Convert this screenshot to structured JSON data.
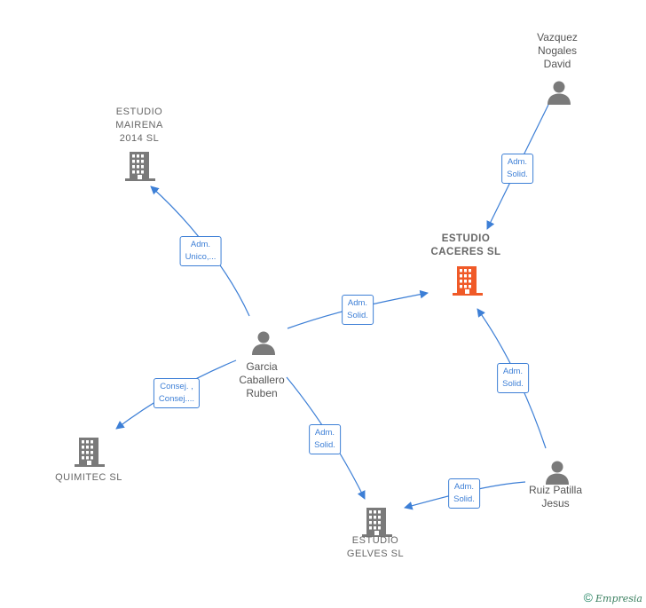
{
  "nodes": [
    {
      "id": "vazquez",
      "type": "person",
      "label": "Vazquez\nNogales\nDavid"
    },
    {
      "id": "mairena",
      "type": "company",
      "label": "ESTUDIO\nMAIRENA\n2014  SL"
    },
    {
      "id": "caceres",
      "type": "company",
      "label": "ESTUDIO\nCACERES  SL",
      "highlight": true
    },
    {
      "id": "garcia",
      "type": "person",
      "label": "Garcia\nCaballero\nRuben"
    },
    {
      "id": "quimitec",
      "type": "company",
      "label": "QUIMITEC  SL"
    },
    {
      "id": "ruiz",
      "type": "person",
      "label": "Ruiz Patilla\nJesus"
    },
    {
      "id": "gelves",
      "type": "company",
      "label": "ESTUDIO\nGELVES  SL"
    }
  ],
  "edges": [
    {
      "from": "vazquez",
      "to": "caceres",
      "label": "Adm.\nSolid."
    },
    {
      "from": "garcia",
      "to": "mairena",
      "label": "Adm.\nUnico,..."
    },
    {
      "from": "garcia",
      "to": "caceres",
      "label": "Adm.\nSolid."
    },
    {
      "from": "garcia",
      "to": "quimitec",
      "label": "Consej. ,\nConsej...."
    },
    {
      "from": "garcia",
      "to": "gelves",
      "label": "Adm.\nSolid."
    },
    {
      "from": "ruiz",
      "to": "caceres",
      "label": "Adm.\nSolid."
    },
    {
      "from": "ruiz",
      "to": "gelves",
      "label": "Adm.\nSolid."
    }
  ],
  "colors": {
    "edge": "#3d7fd6",
    "company": "#7a7a7a",
    "company_highlight": "#f05a28",
    "person": "#7a7a7a"
  },
  "footer": {
    "copyright_symbol": "©",
    "brand": "Empresia"
  }
}
